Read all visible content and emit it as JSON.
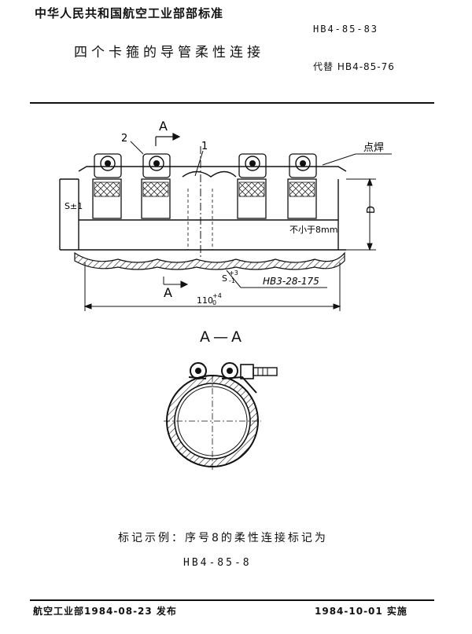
{
  "header": {
    "organization": "中华人民共和国航空工业部部标准",
    "standard_code": "HB4-85-83",
    "title": "四个卡箍的导管柔性连接",
    "replaces": "代替 HB4-85-76"
  },
  "drawing": {
    "callout_1": "1",
    "callout_2": "2",
    "section_marker_top": "A",
    "section_marker_bottom": "A",
    "spot_weld": "点焊",
    "gap_label": "S±1",
    "diameter_label": "D",
    "min_dim": "不小于8mm",
    "tolerance_label": "S",
    "tolerance_upper": "+3",
    "tolerance_lower": "-1",
    "hose_ref": "HB3-28-175",
    "length_label": "110",
    "length_upper": "+4",
    "length_lower": "0"
  },
  "section_view": {
    "label": "A—A"
  },
  "marking": {
    "example": "标记示例：序号8的柔性连接标记为",
    "code": "HB4-85-8"
  },
  "footer": {
    "issued": "航空工业部1984-08-23 发布",
    "effective": "1984-10-01 实施"
  }
}
